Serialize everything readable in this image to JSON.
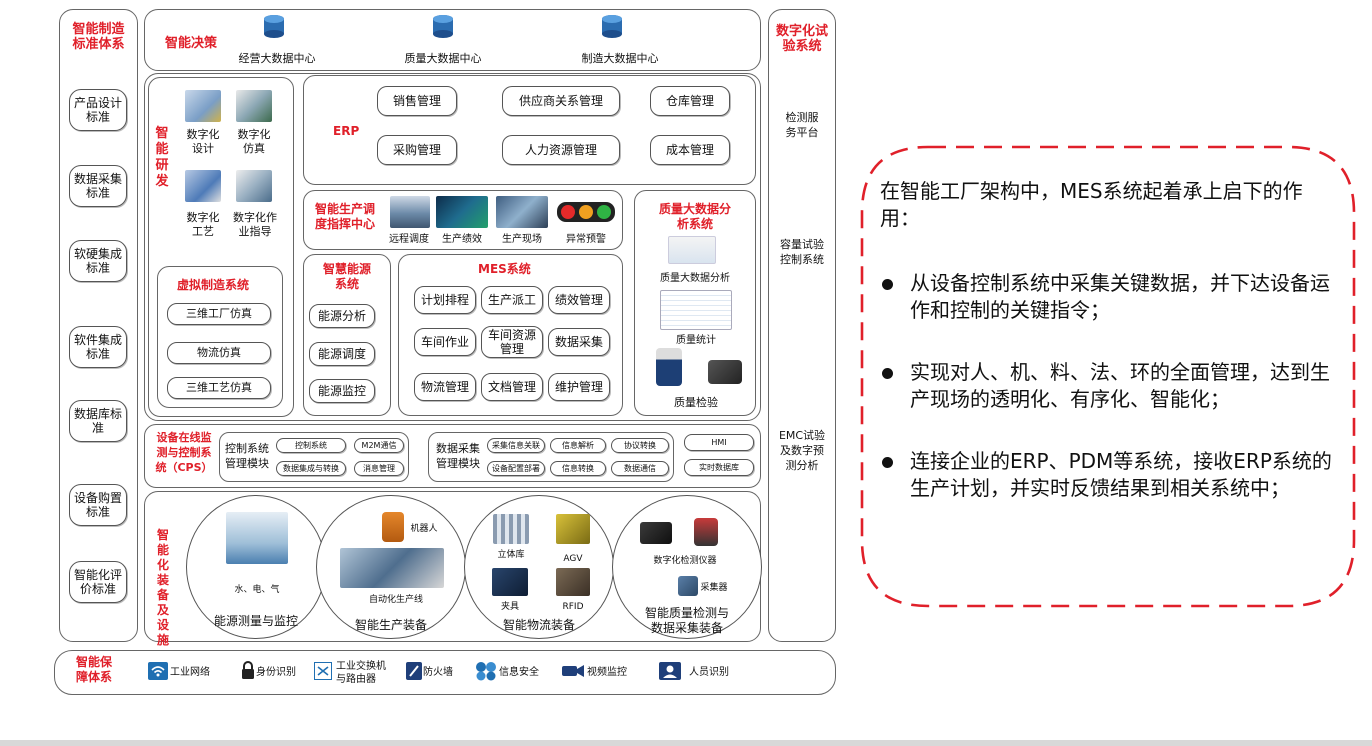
{
  "left_column": {
    "title": "智能制造\n标准体系",
    "items": [
      "产品设计\n标准",
      "数据采集\n标准",
      "软硬集成\n标准",
      "软件集成\n标准",
      "数据库标\n准",
      "设备购置\n标准",
      "智能化评\n价标准"
    ]
  },
  "right_column": {
    "title": "数字化试\n验系统",
    "items": [
      "检测服\n务平台",
      "容量试验\n控制系统",
      "EMC试验\n及数字预\n测分析"
    ]
  },
  "decision": {
    "title": "智能决策",
    "centers": [
      "经营大数据中心",
      "质量大数据中心",
      "制造大数据中心"
    ]
  },
  "rnd": {
    "title": "智\n能\n研\n发",
    "items": [
      "数字化\n设计",
      "数字化\n仿真",
      "数字化\n工艺",
      "数字化作\n业指导"
    ]
  },
  "virtual": {
    "title": "虚拟制造系统",
    "items": [
      "三维工厂仿真",
      "物流仿真",
      "三维工艺仿真"
    ]
  },
  "erp": {
    "title": "ERP",
    "items": [
      "销售管理",
      "供应商关系管理",
      "仓库管理",
      "采购管理",
      "人力资源管理",
      "成本管理"
    ]
  },
  "dispatch": {
    "title": "智能生产调\n度指挥中心",
    "items": [
      "远程调度",
      "生产绩效",
      "生产现场",
      "异常预警"
    ]
  },
  "energy": {
    "title": "智慧能源\n系统",
    "items": [
      "能源分析",
      "能源调度",
      "能源监控"
    ]
  },
  "mes": {
    "title": "MES系统",
    "items": [
      "计划排程",
      "生产派工",
      "绩效管理",
      "车间作业",
      "车间资源\n管理",
      "数据采集",
      "物流管理",
      "文档管理",
      "维护管理"
    ]
  },
  "quality": {
    "title": "质量大数据分\n析系统",
    "items": [
      "质量大数据分析",
      "质量统计",
      "质量检验"
    ]
  },
  "cps": {
    "title": "设备在线监\n测与控制系\n统（CPS）",
    "control_label": "控制系统\n管理模块",
    "control_items": [
      "控制系统",
      "M2M通信",
      "数据集成与转换",
      "消息管理"
    ],
    "data_label": "数据采集\n管理模块",
    "data_items": [
      "采集信息关联",
      "信息解析",
      "协议转换",
      "设备配置部署",
      "信息转换",
      "数据通信"
    ],
    "extra_items": [
      "HMI",
      "实时数据库"
    ]
  },
  "equipment": {
    "title": "智\n能\n化\n装\n备\n及\n设\n施",
    "groups": [
      {
        "name": "能源测量与监控",
        "labels": [
          "水、电、气"
        ]
      },
      {
        "name": "智能生产装备",
        "labels": [
          "机器人",
          "自动化生产线"
        ]
      },
      {
        "name": "智能物流装备",
        "labels": [
          "立体库",
          "AGV",
          "夹具",
          "RFID"
        ]
      },
      {
        "name": "智能质量检测与\n数据采集装备",
        "labels": [
          "数字化检测仪器",
          "采集器"
        ]
      }
    ]
  },
  "security": {
    "title": "智能保\n障体系",
    "items": [
      "工业网络",
      "身份识别",
      "工业交换机\n与路由器",
      "防火墙",
      "信息安全",
      "视频监控",
      "人员识别"
    ]
  },
  "callout": {
    "intro": "在智能工厂架构中，MES系统起着承上启下的作用：",
    "bullets": [
      "从设备控制系统中采集关键数据，并下达设备运作和控制的关键指令；",
      "实现对人、机、料、法、环的全面管理，达到生产现场的透明化、有序化、智能化；",
      "连接企业的ERP、PDM等系统，接收ERP系统的生产计划，并实时反馈结果到相关系统中；"
    ]
  },
  "colors": {
    "accent_red": "#e0202a",
    "border": "#666666"
  }
}
